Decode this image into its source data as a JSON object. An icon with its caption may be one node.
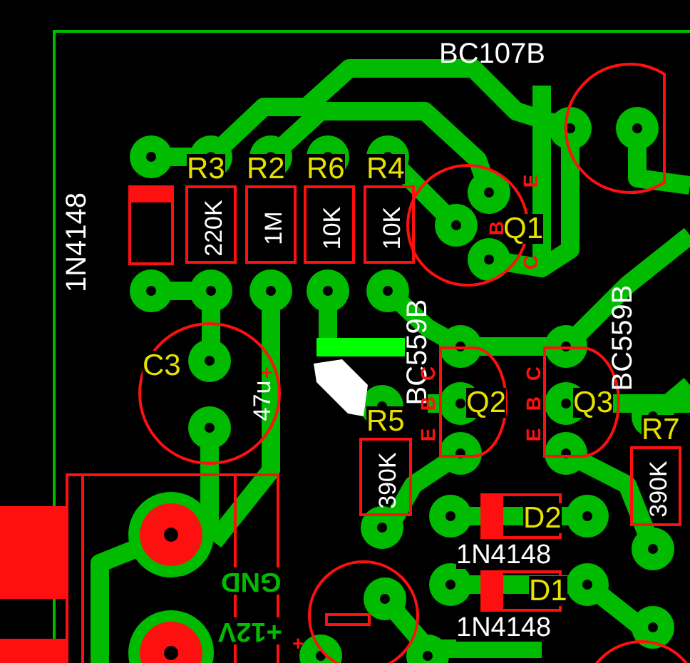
{
  "diagram": {
    "nodes": [
      {
        "text": [
          "1N4148"
        ]
      },
      {
        "text": [
          "R3",
          "220K"
        ]
      },
      {
        "text": [
          "R2",
          "1M"
        ]
      },
      {
        "text": [
          "R6",
          "10K"
        ]
      },
      {
        "text": [
          "R4",
          "10K"
        ]
      },
      {
        "text": [
          "Q1"
        ]
      },
      {
        "text": [
          "C3",
          "47u"
        ]
      },
      {
        "text": [
          "Q2"
        ]
      },
      {
        "text": [
          "Q3"
        ]
      },
      {
        "text": [
          "R5",
          "390K"
        ]
      },
      {
        "text": [
          "R7",
          "390K"
        ]
      },
      {
        "text": [
          "D2"
        ],
        "beside": [
          "1N4148"
        ]
      },
      {
        "text": [
          "D1"
        ],
        "beside": [
          "1N4148"
        ]
      }
    ],
    "labels": [
      "BC107B",
      "E",
      "B",
      "C",
      "+",
      "BC559B",
      "C",
      "B",
      "E",
      "C",
      "B",
      "E",
      "BC559B",
      "GND",
      "+12V",
      "+"
    ]
  }
}
